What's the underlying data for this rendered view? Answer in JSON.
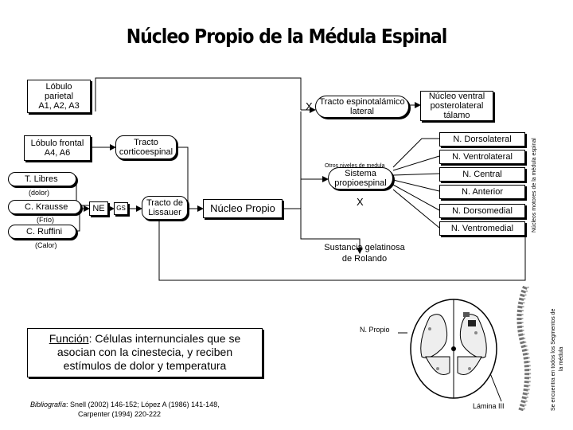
{
  "title": "Núcleo Propio de la Médula Espinal",
  "left": {
    "lobulo_parietal": [
      "Lóbulo",
      "parietal",
      "A1, A2, A3"
    ],
    "lobulo_frontal": [
      "Lóbulo frontal",
      "A4, A6"
    ],
    "t_libres": "T. Libres",
    "dolor": "(dolor)",
    "c_krausse": "C. Krausse",
    "frio": "(Frío)",
    "c_ruffini": "C. Ruffini",
    "calor": "(Calor)",
    "ne": "NE",
    "gs": "GS"
  },
  "center": {
    "tracto_corticoespinal": [
      "Tracto",
      "corticoespinal"
    ],
    "tracto_lissauer": [
      "Tracto de",
      "Lissauer"
    ],
    "nucleo_propio": "Núcleo Propio",
    "x_mark": "X",
    "tracto_espinotalamico": [
      "Tracto espinotalámico",
      "lateral"
    ],
    "otros_niveles": "Otros niveles de medula",
    "sistema_propioespinal": [
      "Sistema",
      "propioespinal"
    ],
    "x_mark2": "X",
    "nucleo_ventral": [
      "Núcleo ventral",
      "posterolateral",
      "tálamo"
    ],
    "sustancia_gelatinosa": [
      "Sustancia gelatinosa",
      "de Rolando"
    ]
  },
  "right_nuclei": [
    "N. Dorsolateral",
    "N. Ventrolateral",
    "N. Central",
    "N. Anterior",
    "N. Dorsomedial",
    "N. Ventromedial"
  ],
  "right_vertical_label": "Núcleos motores de la médula espinal",
  "figure": {
    "n_propio": "N. Propio",
    "lamina": "Lámina III",
    "side_note_line1": "Se encuentra en todos los Segmentos de",
    "side_note_line2": "la médula"
  },
  "funcion": {
    "label": "Función",
    "text_first": ": Células internunciales que se",
    "text_line2": "asocian con la cinestecia, y reciben",
    "text_line3": "estímulos de dolor y temperatura"
  },
  "bibliografia": {
    "label": "Bibliografía",
    "line1": ": Snell (2002) 146-152; López A (1986) 141-148,",
    "line2": "Carpenter (1994) 220-222"
  }
}
